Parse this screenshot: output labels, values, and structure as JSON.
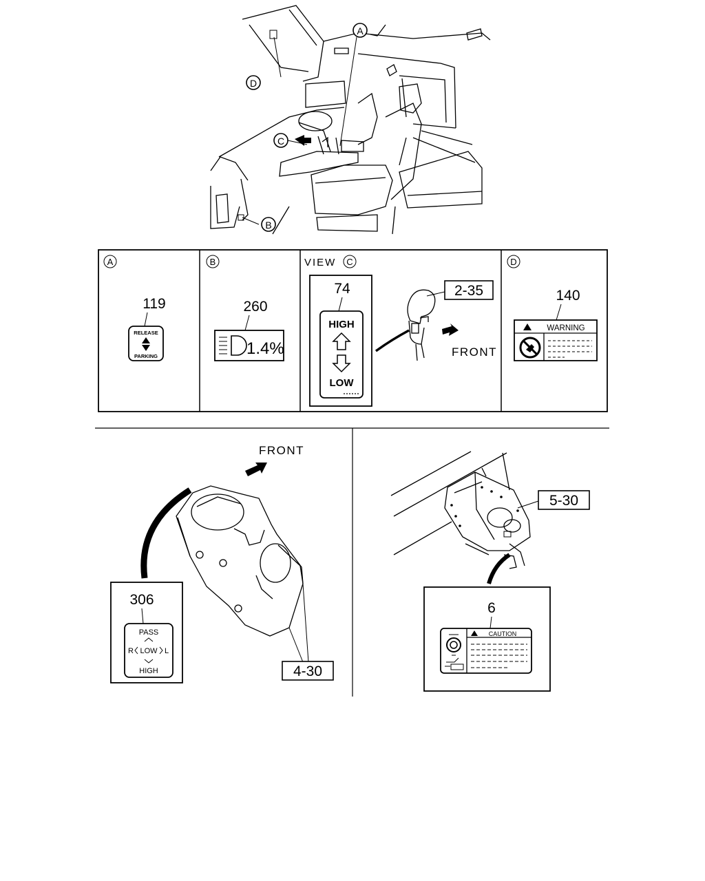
{
  "callouts": {
    "a": "A",
    "b": "B",
    "c": "C",
    "d": "D"
  },
  "panels": {
    "a": {
      "ref": "119",
      "label_top": "RELEASE",
      "label_bottom": "PARKING"
    },
    "b": {
      "ref": "260",
      "readout": "1.4%"
    },
    "c": {
      "view_word": "VIEW",
      "ref": "74",
      "label_top": "HIGH",
      "label_bottom": "LOW",
      "part_ref": "2-35",
      "front": "FRONT"
    },
    "d": {
      "ref": "140",
      "warning": "WARNING"
    }
  },
  "bottom_left": {
    "front": "FRONT",
    "ref": "306",
    "pass": "PASS",
    "low": "LOW",
    "r": "R",
    "l": "L",
    "high": "HIGH",
    "part_ref": "4-30"
  },
  "bottom_right": {
    "part_ref": "5-30",
    "ref": "6",
    "caution": "CAUTION"
  }
}
